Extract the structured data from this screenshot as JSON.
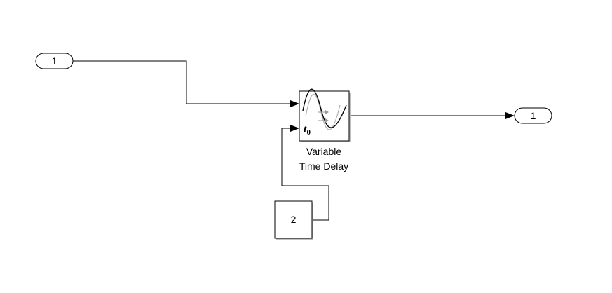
{
  "inport": {
    "label": "1"
  },
  "outport": {
    "label": "1"
  },
  "constant": {
    "value": "2"
  },
  "delay_block": {
    "icon_symbol": "t",
    "icon_subscript": "0",
    "label_line1": "Variable",
    "label_line2": "Time Delay"
  },
  "colors": {
    "line": "#000000",
    "block_fill": "#ffffff",
    "wave_primary": "#000000",
    "wave_secondary": "#b0b0b0"
  }
}
